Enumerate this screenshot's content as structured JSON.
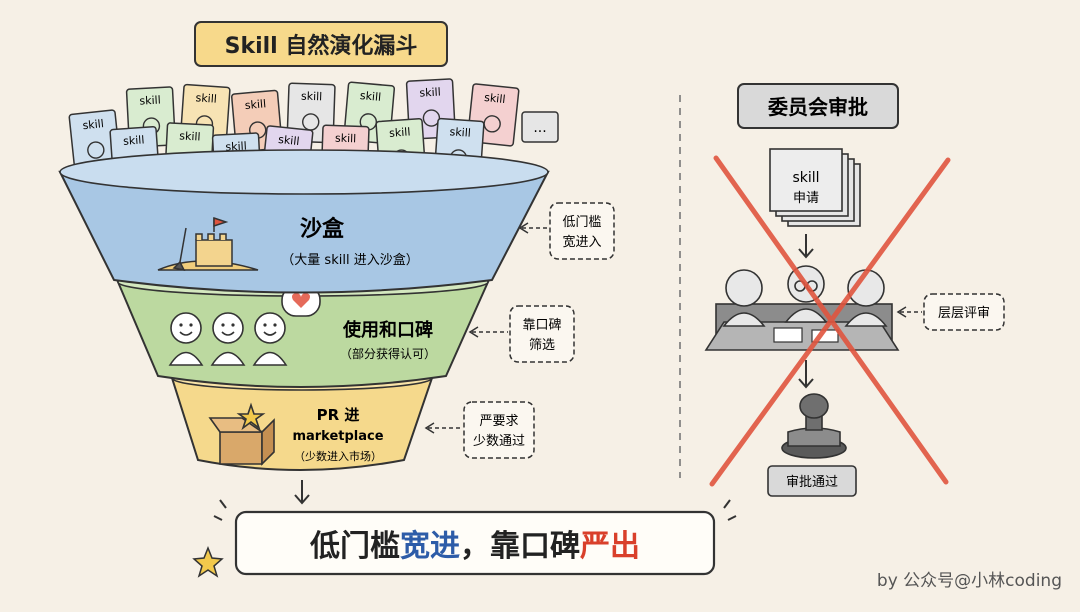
{
  "title": "Skill 自然演化漏斗",
  "card_label": "skill",
  "more_card": "...",
  "card_icons": [
    "wrench-icon",
    "search-icon",
    "calendar-icon",
    "document-icon",
    "target-icon",
    "pencil-icon",
    "terminal-icon",
    "terminal-icon",
    "spark-icon",
    "database-icon",
    "chart-icon",
    "sparkle-icon",
    "code-icon",
    "check-icon",
    "gear-icon"
  ],
  "funnel": {
    "sandbox": {
      "title": "沙盒",
      "subtitle": "（大量 skill 进入沙盒）",
      "note_lines": [
        "低门槛",
        "宽进入"
      ]
    },
    "usage": {
      "title": "使用和口碑",
      "subtitle": "（部分获得认可）",
      "note_lines": [
        "靠口碑",
        "筛选"
      ]
    },
    "pr": {
      "title": "PR 进",
      "title2": "marketplace",
      "subtitle": "（少数进入市场）",
      "note_lines": [
        "严要求",
        "少数通过"
      ]
    }
  },
  "slogan": {
    "part1": "低门槛",
    "part2": "宽进",
    "part3": "，靠口碑",
    "part4": "严出"
  },
  "committee": {
    "title": "委员会审批",
    "doc_lines": [
      "skill",
      "申请"
    ],
    "review_note": "层层评审",
    "approved": "审批通过"
  },
  "credit": "by 公众号@小林coding",
  "colors": {
    "bg": "#f6f0e6",
    "sandbox": "#a8c7e4",
    "usage": "#bcd9a0",
    "pr": "#f5d98c",
    "cross": "#e0553f",
    "emphasis_blue": "#2d5ca8",
    "emphasis_red": "#d9402b"
  }
}
